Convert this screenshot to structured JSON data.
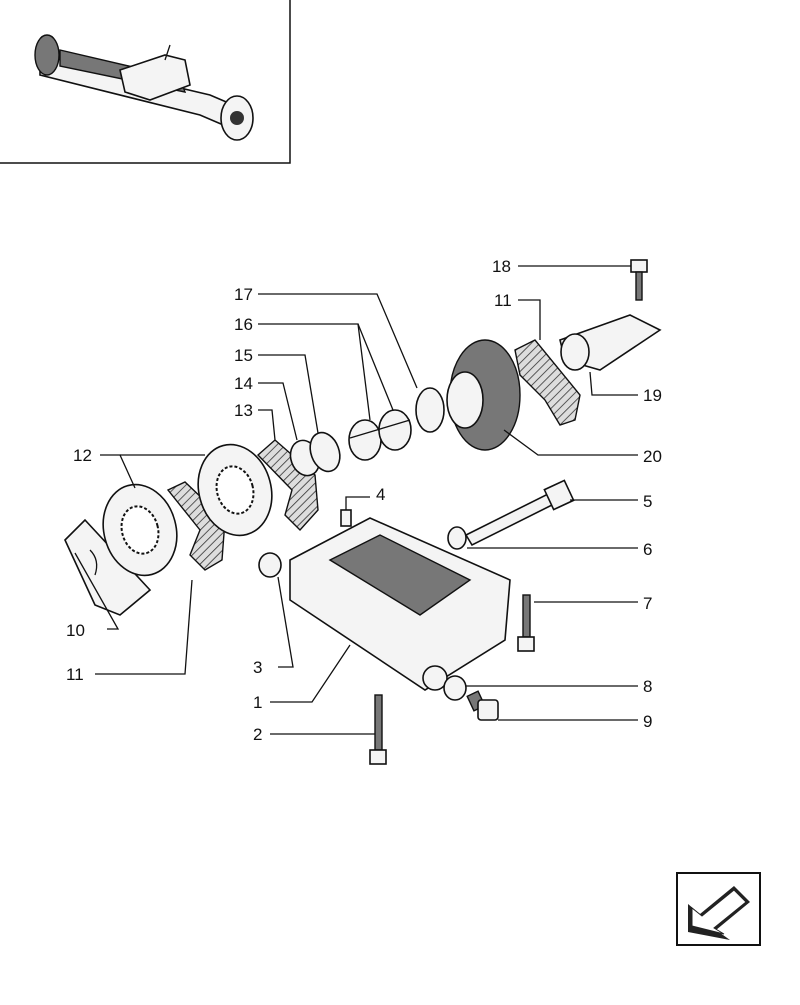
{
  "callouts": [
    {
      "id": "c1",
      "label": "1"
    },
    {
      "id": "c2",
      "label": "2"
    },
    {
      "id": "c3",
      "label": "3"
    },
    {
      "id": "c4",
      "label": "4"
    },
    {
      "id": "c5",
      "label": "5"
    },
    {
      "id": "c6",
      "label": "6"
    },
    {
      "id": "c7",
      "label": "7"
    },
    {
      "id": "c8",
      "label": "8"
    },
    {
      "id": "c9",
      "label": "9"
    },
    {
      "id": "c10",
      "label": "10"
    },
    {
      "id": "c11a",
      "label": "11"
    },
    {
      "id": "c11b",
      "label": "11"
    },
    {
      "id": "c12",
      "label": "12"
    },
    {
      "id": "c13",
      "label": "13"
    },
    {
      "id": "c14",
      "label": "14"
    },
    {
      "id": "c15",
      "label": "15"
    },
    {
      "id": "c16",
      "label": "16"
    },
    {
      "id": "c17",
      "label": "17"
    },
    {
      "id": "c18",
      "label": "18"
    },
    {
      "id": "c19",
      "label": "19"
    },
    {
      "id": "c20",
      "label": "20"
    }
  ],
  "icons": {
    "thumbnail": "axle-assembly-icon",
    "navigation": "previous-page-arrow-icon"
  }
}
